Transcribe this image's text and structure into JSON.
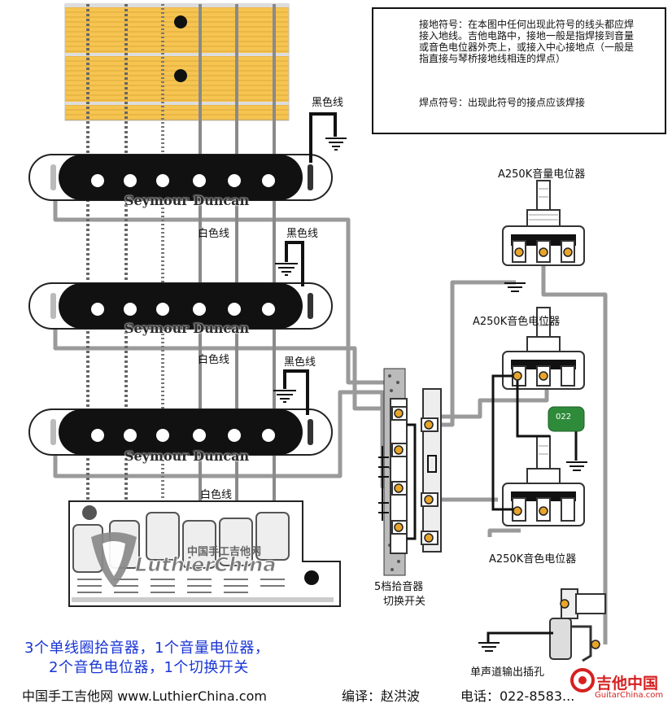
{
  "legend": {
    "ground_text": "接地符号：在本图中任何出现此符号的线头都应焊接入地线。吉他电路中，接地一般是指焊接到音量或音色电位器外壳上，或接入中心接地点（一般是指直接与琴桥接地线相连的焊点）",
    "solder_text": "焊点符号：出现此符号的接点应该焊接",
    "ground_icon": "ground-symbol-icon",
    "solder_icon": "solder-point-icon"
  },
  "pickups": [
    {
      "brand": "Seymour Duncan",
      "black_wire": "黑色线",
      "white_wire": "白色线"
    },
    {
      "brand": "Seymour Duncan",
      "black_wire": "黑色线",
      "white_wire": "白色线"
    },
    {
      "brand": "Seymour Duncan",
      "black_wire": "黑色线",
      "white_wire": "白色线"
    }
  ],
  "components": {
    "volume_pot": "A250K音量电位器",
    "tone_pot_1": "A250K音色电位器",
    "tone_pot_2": "A250K音色电位器",
    "capacitor": "022",
    "switch_line1": "5档拾音器",
    "switch_line2": "切换开关",
    "jack": "单声道输出插孔"
  },
  "summary": {
    "line1": "3个单线圈拾音器，1个音量电位器，",
    "line2": "2个音色电位器，1个切换开关"
  },
  "footer": {
    "site": "中国手工吉他网 www.LuthierChina.com",
    "translator": "编译：赵洪波",
    "phone": "电话：022-8583..."
  },
  "watermark": {
    "cn": "中国手工吉他网",
    "en": "LuthierChina",
    "corner_cn": "吉他中国",
    "corner_url": "GuitarChina.com"
  },
  "colors": {
    "wire_gray": "#9a9a9a",
    "wire_black": "#111111",
    "solder": "#e8a52a",
    "fretboard": "#f5c451",
    "capacitor": "#2e8b3a",
    "summary_blue": "#1a35d6",
    "corner_red": "#d62020"
  }
}
